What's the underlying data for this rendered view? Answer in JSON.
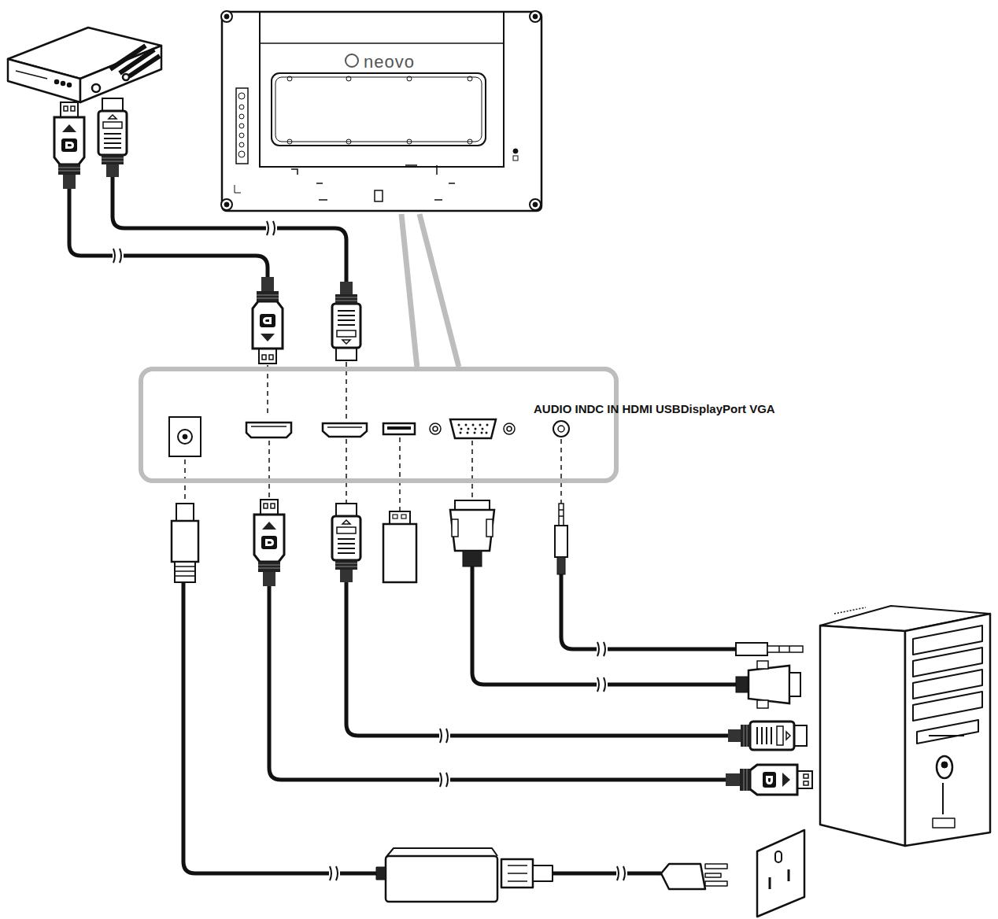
{
  "diagram": {
    "nodes": [
      {
        "text": [
          "neovo"
        ]
      },
      {
        "text": [
          "AUDIO INDC IN HDMI USBDisplayPort VGA"
        ]
      }
    ],
    "edges": [
      {
        "from": 0,
        "to": 1,
        "arrow": "none"
      },
      {
        "from": 0,
        "to": 1,
        "arrow": "none"
      }
    ]
  }
}
